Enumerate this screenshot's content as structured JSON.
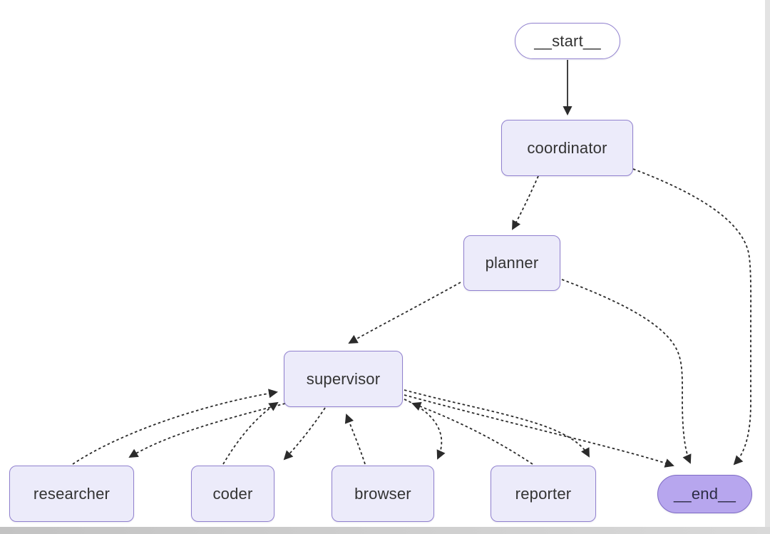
{
  "diagram": {
    "title": "agent workflow graph",
    "type": "flowchart",
    "background_color": "#ffffff",
    "edge_color": "#2b2b2b",
    "node_fill": "#ecebfa",
    "node_border": "#9181cf",
    "end_fill": "#b7a6ee",
    "nodes": [
      {
        "id": "__start__",
        "label": "__start__",
        "shape": "stadium",
        "fill": "#ffffff",
        "border": "#9181cf"
      },
      {
        "id": "coordinator",
        "label": "coordinator",
        "shape": "rect",
        "fill": "#ecebfa",
        "border": "#9181cf"
      },
      {
        "id": "planner",
        "label": "planner",
        "shape": "rect",
        "fill": "#ecebfa",
        "border": "#9181cf"
      },
      {
        "id": "supervisor",
        "label": "supervisor",
        "shape": "rect",
        "fill": "#ecebfa",
        "border": "#9181cf"
      },
      {
        "id": "researcher",
        "label": "researcher",
        "shape": "rect",
        "fill": "#ecebfa",
        "border": "#9181cf"
      },
      {
        "id": "coder",
        "label": "coder",
        "shape": "rect",
        "fill": "#ecebfa",
        "border": "#9181cf"
      },
      {
        "id": "browser",
        "label": "browser",
        "shape": "rect",
        "fill": "#ecebfa",
        "border": "#9181cf"
      },
      {
        "id": "reporter",
        "label": "reporter",
        "shape": "rect",
        "fill": "#ecebfa",
        "border": "#9181cf"
      },
      {
        "id": "__end__",
        "label": "__end__",
        "shape": "stadium",
        "fill": "#b7a6ee",
        "border": "#7e6bc4"
      }
    ],
    "edges": [
      {
        "from": "__start__",
        "to": "coordinator",
        "style": "solid"
      },
      {
        "from": "coordinator",
        "to": "planner",
        "style": "dotted"
      },
      {
        "from": "coordinator",
        "to": "__end__",
        "style": "dotted"
      },
      {
        "from": "planner",
        "to": "supervisor",
        "style": "dotted"
      },
      {
        "from": "planner",
        "to": "__end__",
        "style": "dotted"
      },
      {
        "from": "supervisor",
        "to": "researcher",
        "style": "dotted"
      },
      {
        "from": "supervisor",
        "to": "coder",
        "style": "dotted"
      },
      {
        "from": "supervisor",
        "to": "browser",
        "style": "dotted"
      },
      {
        "from": "supervisor",
        "to": "reporter",
        "style": "dotted"
      },
      {
        "from": "supervisor",
        "to": "__end__",
        "style": "dotted"
      },
      {
        "from": "researcher",
        "to": "supervisor",
        "style": "dotted"
      },
      {
        "from": "coder",
        "to": "supervisor",
        "style": "dotted"
      },
      {
        "from": "browser",
        "to": "supervisor",
        "style": "dotted"
      },
      {
        "from": "reporter",
        "to": "supervisor",
        "style": "dotted"
      }
    ]
  }
}
